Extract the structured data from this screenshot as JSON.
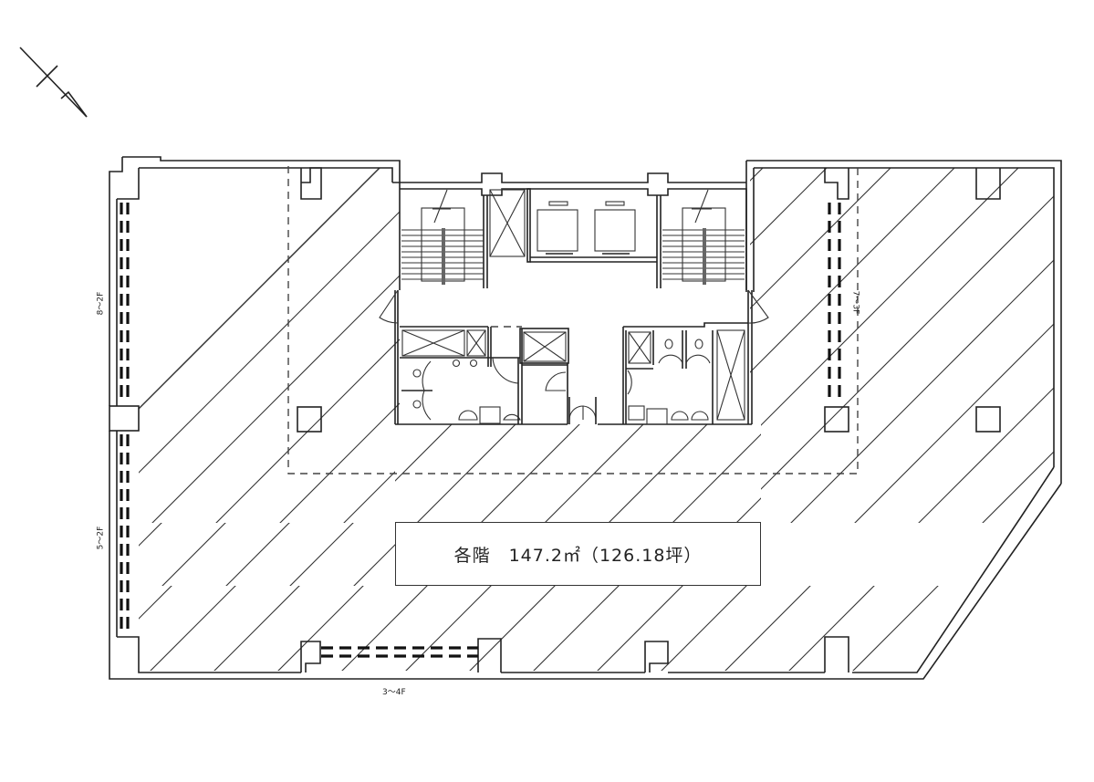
{
  "drawing": {
    "type": "floor-plan",
    "north_arrow": "north-arrow",
    "area_label": {
      "floor_prefix": "各階",
      "area_sqm": "147.2㎡",
      "area_tsubo": "（126.18坪）",
      "full_text": "各階　147.2㎡（126.18坪）"
    },
    "floor_range_labels": {
      "left_upper": "8～2F",
      "left_lower": "5～2F",
      "right": "7～3F",
      "bottom": "3～4F"
    },
    "core_elements": [
      "stair-left",
      "shaft-left",
      "elevator-1",
      "elevator-2",
      "stair-right",
      "restroom-left",
      "restroom-right",
      "elevator-hall"
    ],
    "colors": {
      "line": "#222222",
      "background": "#ffffff"
    }
  }
}
